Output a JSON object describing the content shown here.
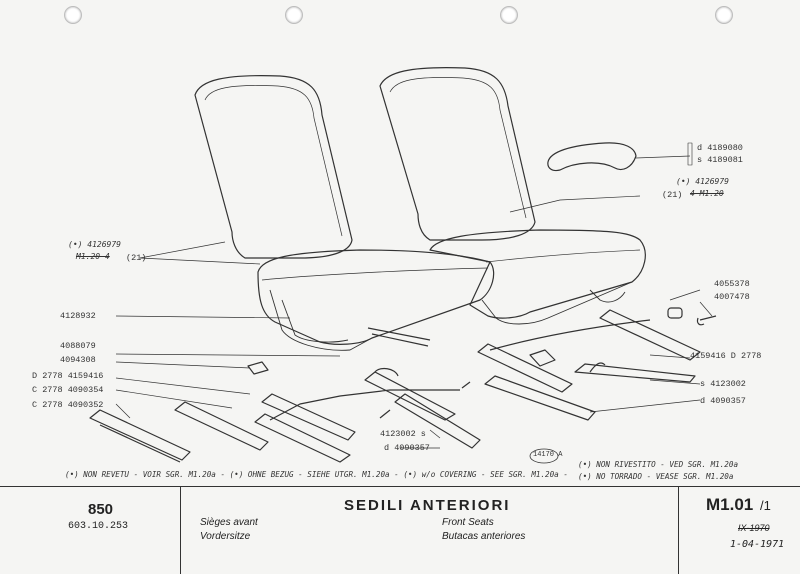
{
  "drawing": {
    "labels_left": {
      "ref_d_4126979": "(•) 4126979",
      "ref_m120_4": "M1.20  4",
      "ref_21_left": "(21)",
      "pn_4128932": "4128932",
      "pn_4088079": "4088079",
      "pn_4094308": "4094308",
      "pn_d2778_4159416": "D 2778 4159416",
      "pn_c2778_4090354": "C 2778 4090354",
      "pn_c2778_4090352": "C 2778 4090352"
    },
    "labels_right": {
      "pn_d_4189080": "d 4189080",
      "pn_s_4189081": "s 4189081",
      "ref_d_4126979_r": "(•) 4126979",
      "ref_21_right": "(21)",
      "ref_4_m120": "4  M1.20",
      "pn_4055378": "4055378",
      "pn_4007478": "4007478",
      "pn_4159416_d2778": "4159416  D 2778",
      "pn_s_4123002": "s 4123002",
      "pn_d_4090357": "d 4090357",
      "pn_4123002_c": "4123002 s",
      "pn_d_4090357_c": "d 4090357",
      "fig_number": "14170  A"
    },
    "footnotes": {
      "line1_left": "(•) NON REVETU - VOIR SGR. M1.20a - (•) OHNE BEZUG - SIEHE UTGR. M1.20a - (•) w/o COVERING - SEE SGR. M1.20a -",
      "line1_right": "(•) NON RIVESTITO - VED SGR. M1.20a",
      "line2_right": "(•) NO TORRADO - VEASE SGR. M1.20a"
    }
  },
  "title_block": {
    "model": "850",
    "model_code": "603.10.253",
    "title_it": "SEDILI ANTERIORI",
    "title_fr": "Sièges avant",
    "title_de": "Vordersitze",
    "title_en": "Front Seats",
    "title_es": "Butacas anteriores",
    "sheet_group": "M1.01",
    "sheet_number": "/1",
    "date_old": "IX-1970",
    "date_new": "1-04-1971"
  },
  "colors": {
    "paper": "#f5f5f3",
    "ink": "#333333"
  }
}
